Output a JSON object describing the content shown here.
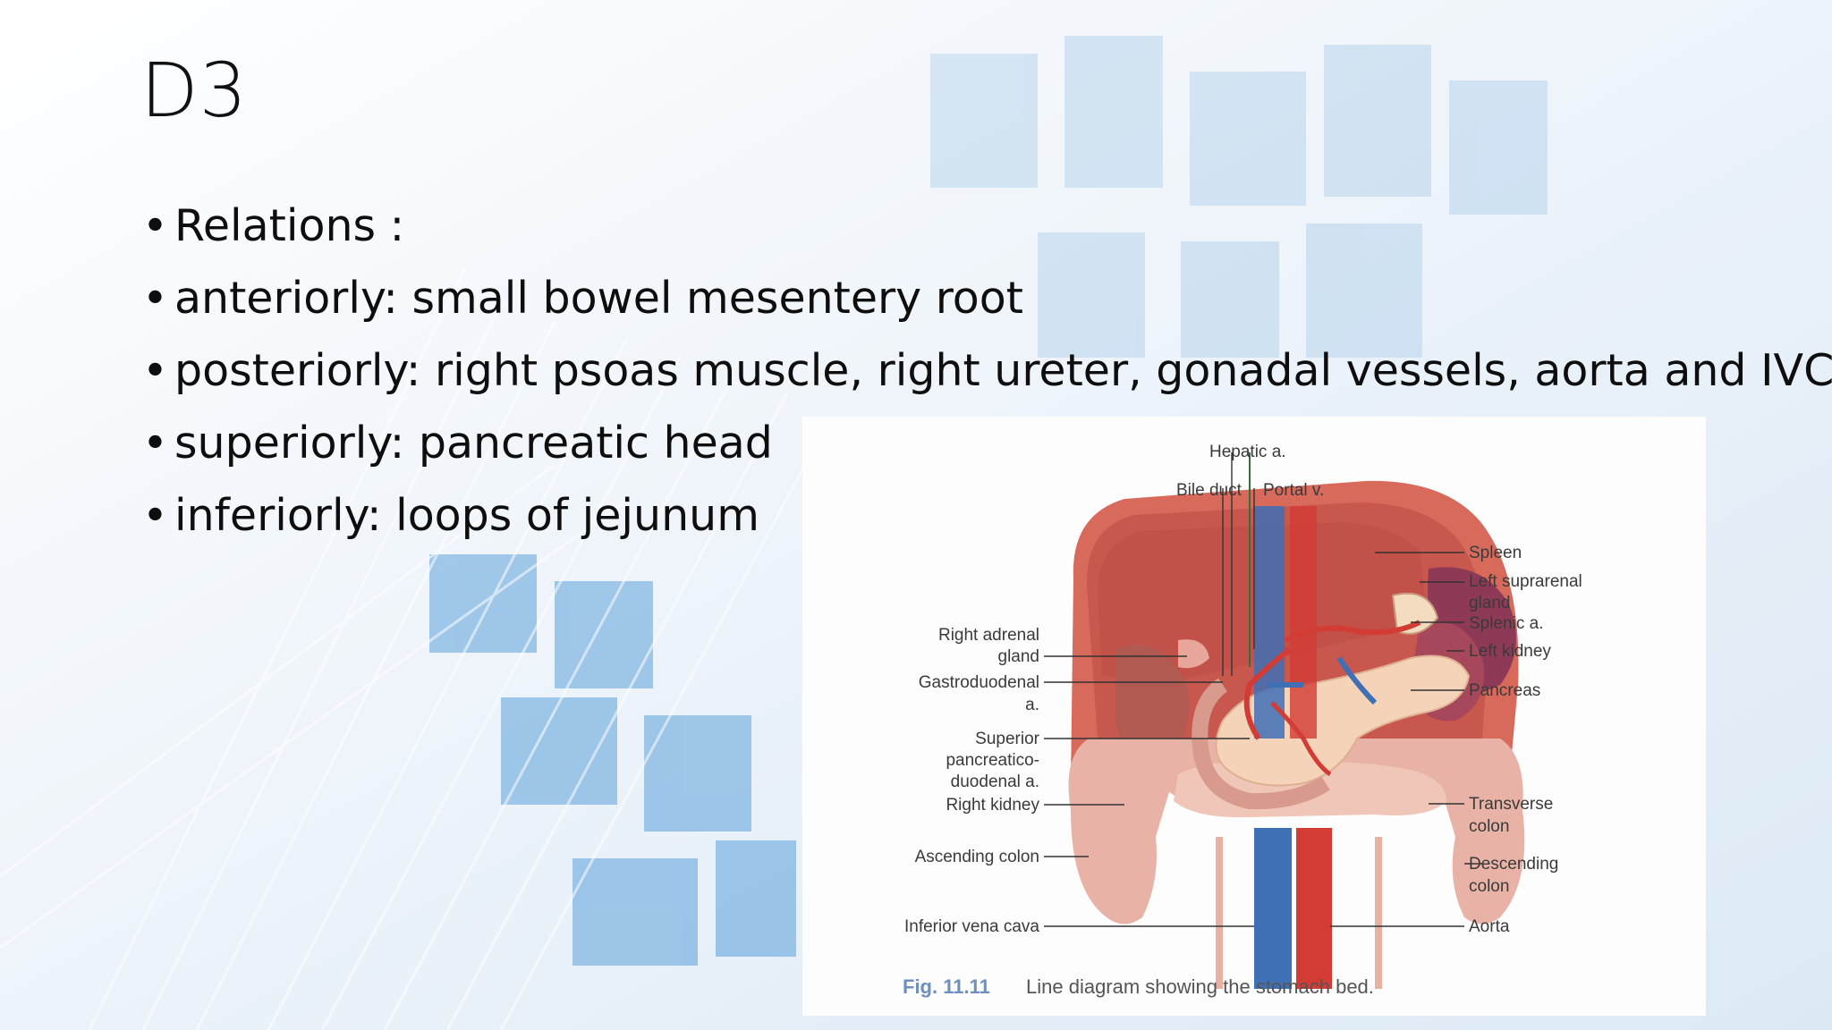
{
  "slide": {
    "title": "D3",
    "bullets": [
      "Relations :",
      "anteriorly: small bowel mesentery root",
      "posteriorly: right psoas muscle, right ureter, gonadal vessels, aorta and IVC",
      "superiorly: pancreatic head",
      "inferiorly: loops of jejunum"
    ],
    "bullet_glyph": "•"
  },
  "figure": {
    "labels": {
      "hepatic_a": "Hepatic a.",
      "bile_duct": "Bile duct",
      "portal_v": "Portal v.",
      "spleen": "Spleen",
      "left_suprarenal_1": "Left suprarenal",
      "left_suprarenal_2": "gland",
      "splenic_a": "Splenic a.",
      "left_kidney": "Left kidney",
      "pancreas": "Pancreas",
      "transverse_colon_1": "Transverse",
      "transverse_colon_2": "colon",
      "descending_colon_1": "Descending",
      "descending_colon_2": "colon",
      "aorta": "Aorta",
      "right_adrenal_1": "Right adrenal",
      "right_adrenal_2": "gland",
      "gastroduodenal_1": "Gastroduodenal",
      "gastroduodenal_2": "a.",
      "sup_pd_1": "Superior",
      "sup_pd_2": "pancreatico-",
      "sup_pd_3": "duodenal a.",
      "right_kidney": "Right kidney",
      "ascending_colon": "Ascending colon",
      "ivc": "Inferior vena cava"
    },
    "caption": {
      "fig_number": "Fig. 11.11",
      "text": "Line diagram showing the stomach bed."
    }
  },
  "colors": {
    "organ_red": "#c8574e",
    "organ_pink": "#e9a79b",
    "vein_blue": "#3f6fb5",
    "artery_red": "#d33b35",
    "pancreas": "#f5d3b8",
    "caption_blue": "#6f8fbe"
  }
}
